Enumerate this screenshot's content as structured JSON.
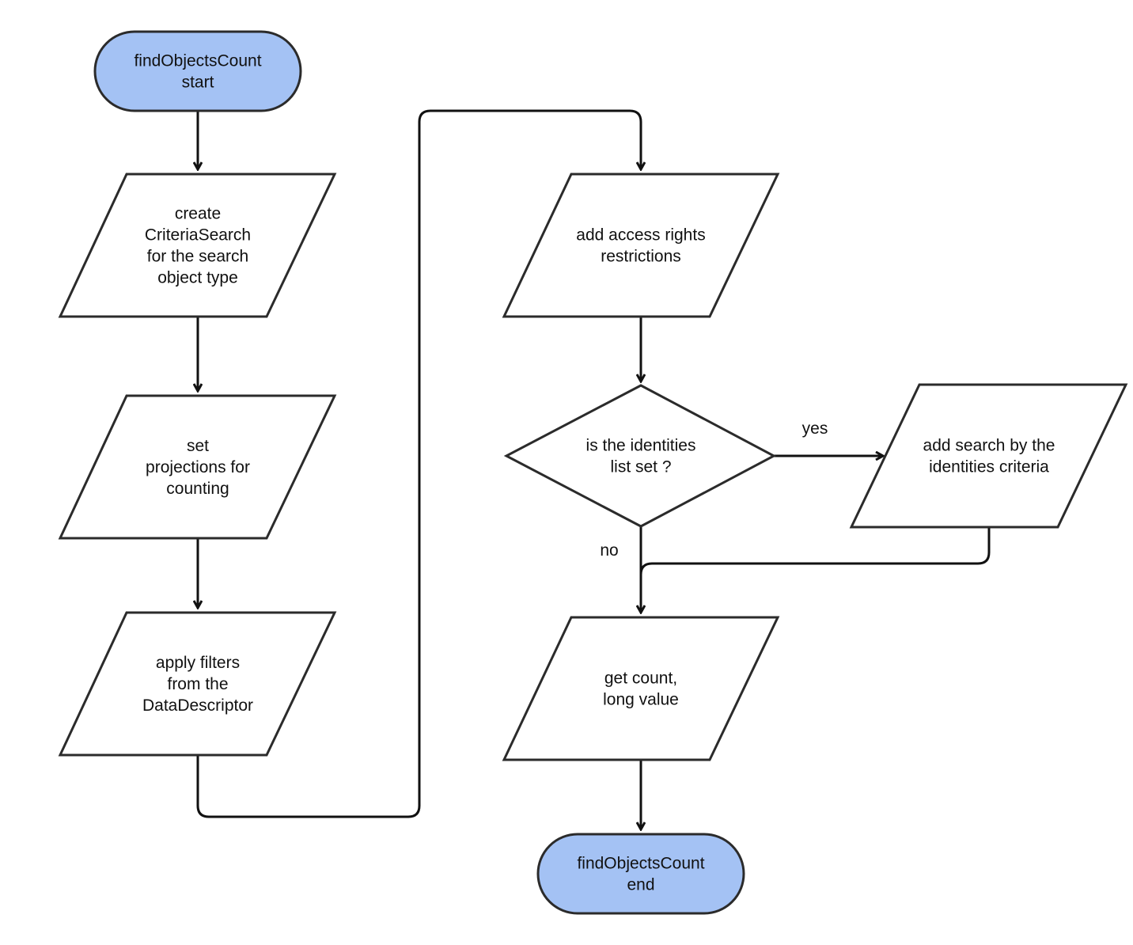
{
  "colors": {
    "terminator_fill": "#a4c2f4",
    "shape_fill": "#ffffff",
    "stroke": "#2b2b2b"
  },
  "nodes": {
    "start": {
      "lines": [
        "findObjectsCount",
        "start"
      ]
    },
    "create_criteria": {
      "lines": [
        "create",
        "CriteriaSearch",
        "for the search",
        "object type"
      ]
    },
    "set_projections": {
      "lines": [
        "set",
        "projections for",
        "counting"
      ]
    },
    "apply_filters": {
      "lines": [
        "apply filters",
        "from the",
        "DataDescriptor"
      ]
    },
    "access_rights": {
      "lines": [
        "add access rights",
        "restrictions"
      ]
    },
    "identities_decision": {
      "lines": [
        "is the identities",
        "list set ?"
      ]
    },
    "identities_search": {
      "lines": [
        "add search by the",
        "identities criteria"
      ]
    },
    "get_count": {
      "lines": [
        "get count,",
        "long value"
      ]
    },
    "end": {
      "lines": [
        "findObjectsCount",
        "end"
      ]
    }
  },
  "edge_labels": {
    "yes": "yes",
    "no": "no"
  }
}
